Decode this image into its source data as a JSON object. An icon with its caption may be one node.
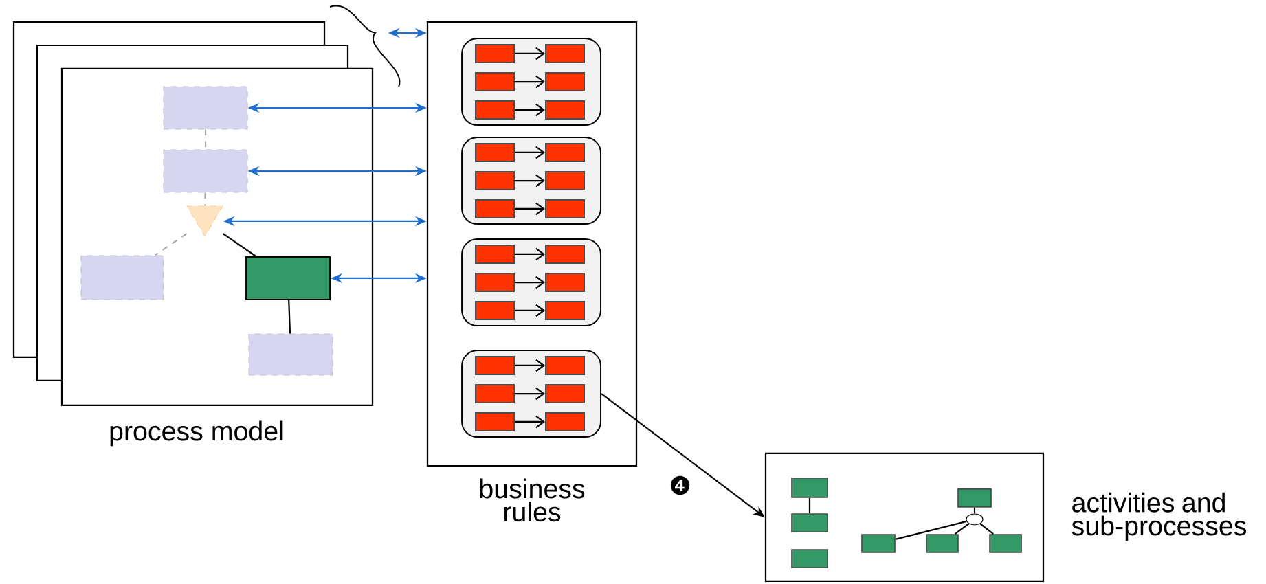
{
  "diagram": {
    "nodes": [
      {
        "text": [
          "process model"
        ]
      },
      {
        "text": [],
        "shape": "box",
        "in": 0
      },
      {
        "text": [],
        "shape": "box",
        "in": 0
      },
      {
        "text": [],
        "shape": "triangle",
        "in": 0
      },
      {
        "text": [],
        "shape": "box",
        "in": 0
      },
      {
        "text": [],
        "shape": "box",
        "in": 0
      },
      {
        "text": [],
        "shape": "box",
        "in": 0
      },
      {
        "text": [],
        "shape": "brace"
      },
      {
        "text": [
          "business rules"
        ]
      },
      {
        "text": [],
        "shape": "box",
        "in": 8
      },
      {
        "text": [],
        "shape": "box",
        "in": 9
      },
      {
        "text": [],
        "shape": "box",
        "in": 9
      },
      {
        "text": [],
        "shape": "box",
        "in": 9
      },
      {
        "text": [],
        "shape": "box",
        "in": 9
      },
      {
        "text": [],
        "shape": "box",
        "in": 9
      },
      {
        "text": [],
        "shape": "box",
        "in": 9
      },
      {
        "text": [],
        "shape": "box",
        "in": 8
      },
      {
        "text": [],
        "shape": "box",
        "in": 16
      },
      {
        "text": [],
        "shape": "box",
        "in": 16
      },
      {
        "text": [],
        "shape": "box",
        "in": 16
      },
      {
        "text": [],
        "shape": "box",
        "in": 16
      },
      {
        "text": [],
        "shape": "box",
        "in": 16
      },
      {
        "text": [],
        "shape": "box",
        "in": 16
      },
      {
        "text": [],
        "shape": "box",
        "in": 8
      },
      {
        "text": [],
        "shape": "box",
        "in": 23
      },
      {
        "text": [],
        "shape": "box",
        "in": 23
      },
      {
        "text": [],
        "shape": "box",
        "in": 23
      },
      {
        "text": [],
        "shape": "box",
        "in": 23
      },
      {
        "text": [],
        "shape": "box",
        "in": 23
      },
      {
        "text": [],
        "shape": "box",
        "in": 23
      },
      {
        "text": [],
        "shape": "box",
        "in": 8
      },
      {
        "text": [],
        "shape": "box",
        "in": 30
      },
      {
        "text": [],
        "shape": "box",
        "in": 30
      },
      {
        "text": [],
        "shape": "box",
        "in": 30
      },
      {
        "text": [],
        "shape": "box",
        "in": 30
      },
      {
        "text": [],
        "shape": "box",
        "in": 30
      },
      {
        "text": [],
        "shape": "box",
        "in": 30
      },
      {
        "text": [
          "activities and sub-processes"
        ]
      },
      {
        "text": [],
        "shape": "box",
        "in": 37
      },
      {
        "text": [],
        "shape": "box",
        "in": 37
      },
      {
        "text": [],
        "shape": "box",
        "in": 37
      },
      {
        "text": [],
        "shape": "box",
        "in": 37
      },
      {
        "text": [],
        "shape": "circle",
        "in": 37
      },
      {
        "text": [],
        "shape": "box",
        "in": 37
      },
      {
        "text": [],
        "shape": "box",
        "in": 37
      },
      {
        "text": [],
        "shape": "box",
        "in": 37
      }
    ],
    "edges": [
      {
        "from": 1,
        "to": 2,
        "arrow": "none",
        "style": "dashed",
        "color": "#aaaaaa"
      },
      {
        "from": 2,
        "to": 3,
        "arrow": "none",
        "style": "dashed",
        "color": "#aaaaaa"
      },
      {
        "from": 3,
        "to": 4,
        "arrow": "none",
        "style": "dashed",
        "color": "#aaaaaa"
      },
      {
        "from": 3,
        "to": 5,
        "arrow": "none"
      },
      {
        "from": 5,
        "to": 6,
        "arrow": "none"
      },
      {
        "from": 7,
        "to": 8,
        "arrow": "both",
        "color": "#1f6fd0"
      },
      {
        "from": 1,
        "to": 8,
        "arrow": "both",
        "color": "#1f6fd0"
      },
      {
        "from": 2,
        "to": 8,
        "arrow": "both",
        "color": "#1f6fd0"
      },
      {
        "from": 3,
        "to": 8,
        "arrow": "both",
        "color": "#1f6fd0"
      },
      {
        "from": 5,
        "to": 8,
        "arrow": "both",
        "color": "#1f6fd0"
      },
      {
        "from": 10,
        "to": 11,
        "arrow": "to"
      },
      {
        "from": 12,
        "to": 13,
        "arrow": "to"
      },
      {
        "from": 14,
        "to": 15,
        "arrow": "to"
      },
      {
        "from": 17,
        "to": 18,
        "arrow": "to"
      },
      {
        "from": 19,
        "to": 20,
        "arrow": "to"
      },
      {
        "from": 21,
        "to": 22,
        "arrow": "to"
      },
      {
        "from": 24,
        "to": 25,
        "arrow": "to"
      },
      {
        "from": 26,
        "to": 27,
        "arrow": "to"
      },
      {
        "from": 28,
        "to": 29,
        "arrow": "to"
      },
      {
        "from": 31,
        "to": 32,
        "arrow": "to"
      },
      {
        "from": 33,
        "to": 34,
        "arrow": "to"
      },
      {
        "from": 35,
        "to": 36,
        "arrow": "to"
      },
      {
        "from": 30,
        "to": 37,
        "arrow": "to",
        "label": "❹"
      },
      {
        "from": 38,
        "to": 39,
        "arrow": "none"
      },
      {
        "from": 41,
        "to": 42,
        "arrow": "none"
      },
      {
        "from": 42,
        "to": 43,
        "arrow": "none"
      },
      {
        "from": 42,
        "to": 44,
        "arrow": "none"
      },
      {
        "from": 42,
        "to": 45,
        "arrow": "none"
      }
    ]
  }
}
